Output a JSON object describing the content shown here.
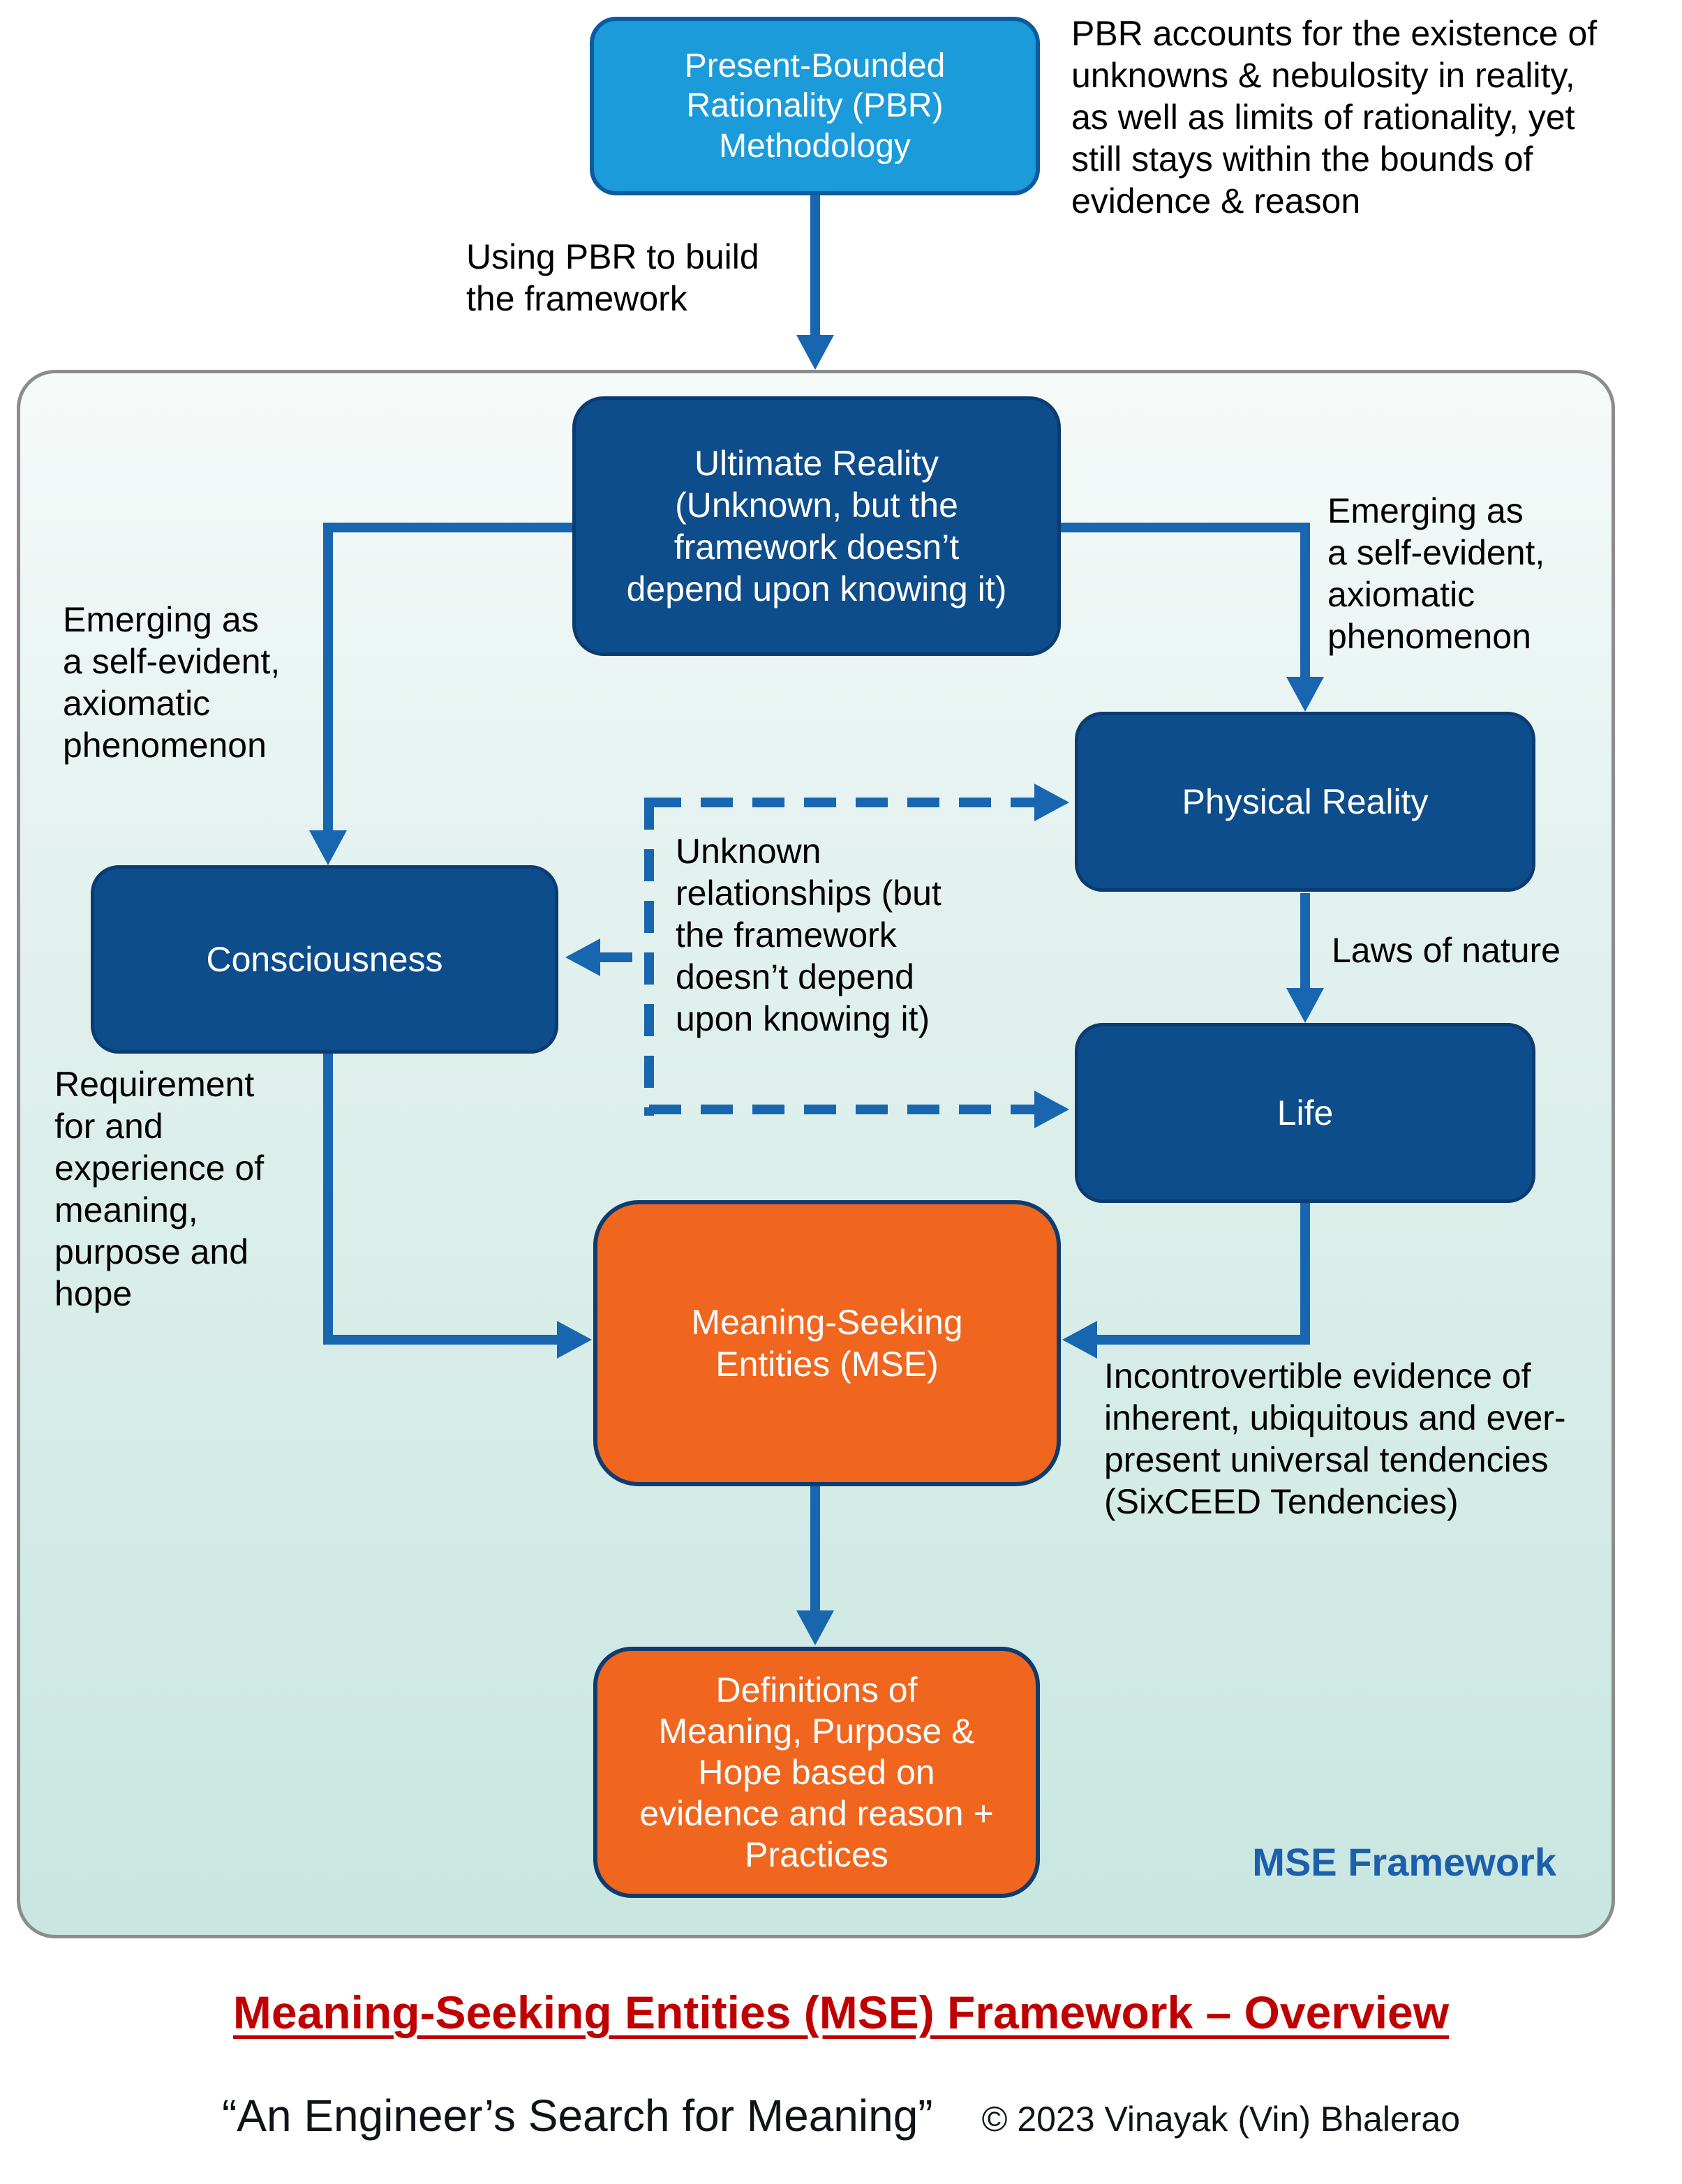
{
  "pbr": {
    "methodology": "Present-Bounded\nRationality (PBR)\nMethodology",
    "note": "PBR accounts for the existence of\nunknowns & nebulosity in reality,\nas well as limits of rationality, yet\nstill stays within the bounds of\nevidence & reason",
    "using_label": "Using PBR to build\nthe framework"
  },
  "framework": {
    "ultimate_reality": "Ultimate Reality\n(Unknown, but the\nframework doesn’t\ndepend upon knowing it)",
    "emerging_left": "Emerging as\na self-evident,\naxiomatic\nphenomenon",
    "emerging_right": "Emerging as\na self-evident,\naxiomatic\nphenomenon",
    "physical_reality": "Physical Reality",
    "laws_of_nature": "Laws of nature",
    "life": "Life",
    "consciousness": "Consciousness",
    "unknown_relationships": "Unknown\nrelationships (but\nthe framework\ndoesn’t depend\nupon knowing it)",
    "requirement": "Requirement\nfor and\nexperience of\nmeaning,\npurpose and\nhope",
    "mse": "Meaning-Seeking\nEntities (MSE)",
    "incontrovertible": "Incontrovertible evidence of\ninherent, ubiquitous and ever-\npresent universal tendencies\n(SixCEED Tendencies)",
    "definitions": "Definitions of\nMeaning, Purpose &\nHope based on\nevidence and reason +\nPractices",
    "label": "MSE Framework"
  },
  "footer": {
    "title": "Meaning-Seeking Entities (MSE) Framework – Overview",
    "quote": "“An Engineer’s Search for Meaning”",
    "copyright": "© 2023 Vinayak (Vin) Bhalerao"
  },
  "colors": {
    "box_dark_blue": "#0E4D8C",
    "box_light_blue": "#1B9BDA",
    "box_orange": "#F0661F",
    "arrow_blue": "#1866B0",
    "container_teal": "#C9E6E0",
    "container_border_gray": "#8C8C8C",
    "title_red": "#C00000",
    "framework_label_blue": "#1C5FAC"
  }
}
